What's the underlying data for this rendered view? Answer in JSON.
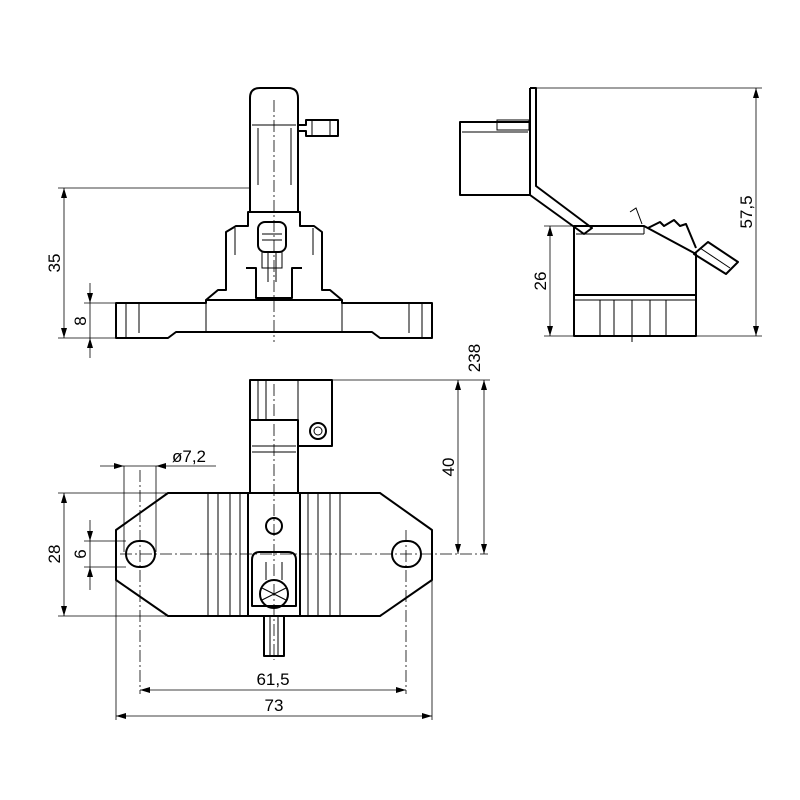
{
  "dimensions": {
    "front_height": "35",
    "front_base": "8",
    "side_total": "57,5",
    "side_lower": "26",
    "top_pitch": "238",
    "top_arm": "40",
    "hole_diameter": "ø7,2",
    "plate_width": "28",
    "hole_size": "6",
    "hole_spacing": "61,5",
    "overall_length": "73"
  }
}
